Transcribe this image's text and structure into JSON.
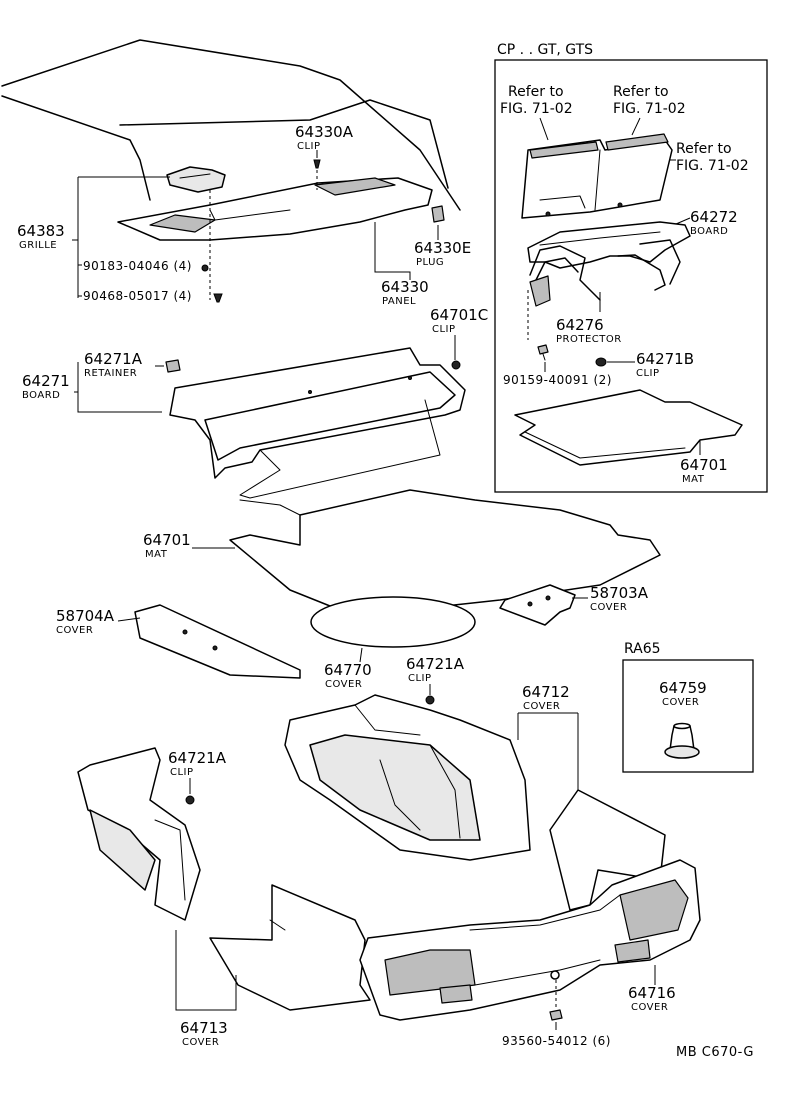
{
  "inset_cp": {
    "title": "CP . . GT, GTS",
    "refs": [
      {
        "line1": "Refer to",
        "line2": "FIG. 71-02"
      },
      {
        "line1": "Refer to",
        "line2": "FIG. 71-02"
      },
      {
        "line1": "Refer to",
        "line2": "FIG. 71-02"
      }
    ],
    "parts": [
      {
        "number": "64272",
        "name": "BOARD"
      },
      {
        "number": "64276",
        "name": "PROTECTOR"
      },
      {
        "number": "90159-40091 (2)",
        "name": ""
      },
      {
        "number": "64271B",
        "name": "CLIP"
      },
      {
        "number": "64701",
        "name": "MAT"
      }
    ]
  },
  "inset_ra65": {
    "title": "RA65",
    "parts": [
      {
        "number": "64759",
        "name": "COVER"
      }
    ]
  },
  "parts": [
    {
      "number": "64330A",
      "name": "CLIP"
    },
    {
      "number": "64383",
      "name": "GRILLE"
    },
    {
      "number": "90183-04046 (4)",
      "name": ""
    },
    {
      "number": "90468-05017 (4)",
      "name": ""
    },
    {
      "number": "64330E",
      "name": "PLUG"
    },
    {
      "number": "64330",
      "name": "PANEL"
    },
    {
      "number": "64701C",
      "name": "CLIP"
    },
    {
      "number": "64271A",
      "name": "RETAINER"
    },
    {
      "number": "64271",
      "name": "BOARD"
    },
    {
      "number": "64701",
      "name": "MAT"
    },
    {
      "number": "58703A",
      "name": "COVER"
    },
    {
      "number": "58704A",
      "name": "COVER"
    },
    {
      "number": "64770",
      "name": "COVER"
    },
    {
      "number": "64721A",
      "name": "CLIP"
    },
    {
      "number": "64712",
      "name": "COVER"
    },
    {
      "number": "64721A",
      "name": "CLIP"
    },
    {
      "number": "64713",
      "name": "COVER"
    },
    {
      "number": "93560-54012 (6)",
      "name": ""
    },
    {
      "number": "64716",
      "name": "COVER"
    }
  ],
  "footer": {
    "code": "MB  C670-G"
  }
}
